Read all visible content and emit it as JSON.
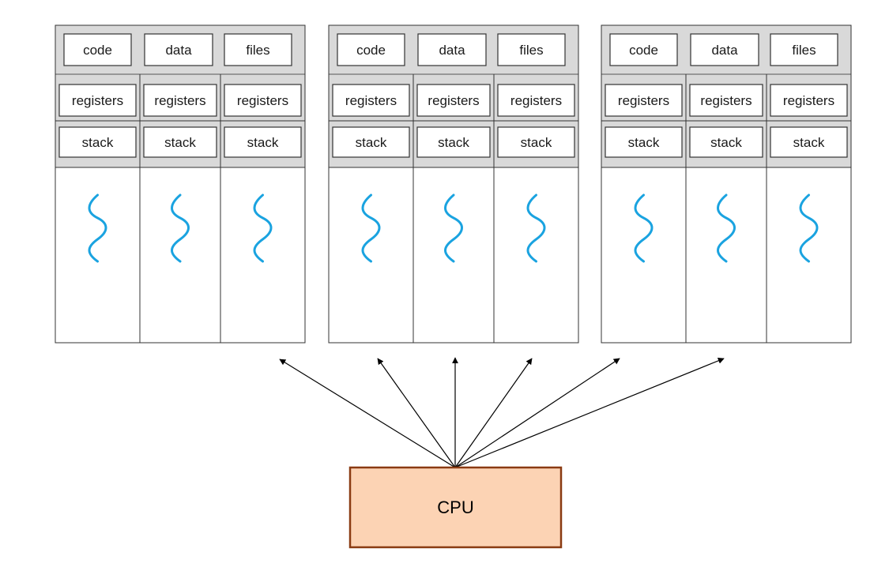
{
  "processes": [
    {
      "shared": [
        "code",
        "data",
        "files"
      ],
      "threads": [
        {
          "registers": "registers",
          "stack": "stack"
        },
        {
          "registers": "registers",
          "stack": "stack"
        },
        {
          "registers": "registers",
          "stack": "stack"
        }
      ]
    },
    {
      "shared": [
        "code",
        "data",
        "files"
      ],
      "threads": [
        {
          "registers": "registers",
          "stack": "stack"
        },
        {
          "registers": "registers",
          "stack": "stack"
        },
        {
          "registers": "registers",
          "stack": "stack"
        }
      ]
    },
    {
      "shared": [
        "code",
        "data",
        "files"
      ],
      "threads": [
        {
          "registers": "registers",
          "stack": "stack"
        },
        {
          "registers": "registers",
          "stack": "stack"
        },
        {
          "registers": "registers",
          "stack": "stack"
        }
      ]
    }
  ],
  "cpu": {
    "label": "CPU",
    "fill": "#fcd3b4",
    "border": "#8a3b12"
  },
  "thread_color": "#1aa3e0",
  "arrow_count": 6
}
